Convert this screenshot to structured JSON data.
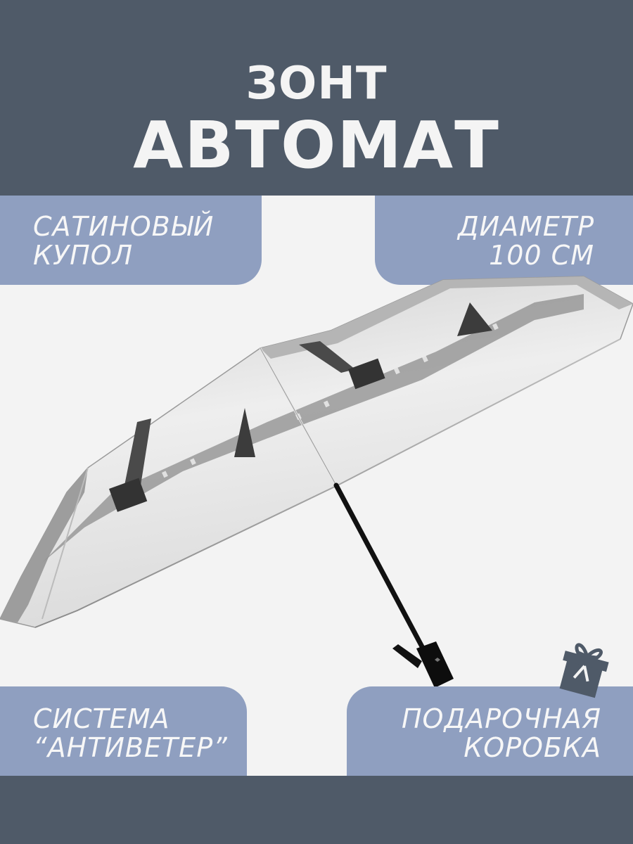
{
  "header": {
    "line1": "ЗОНТ",
    "line2": "АВТОМАТ"
  },
  "features": {
    "top_left": {
      "line1": "САТИНОВЫЙ",
      "line2": "КУПОЛ"
    },
    "top_right": {
      "line1": "ДИАМЕТР",
      "line2": "100 СМ"
    },
    "bottom_left": {
      "line1": "СИСТЕМА",
      "line2": "“АНТИВЕТЕР”"
    },
    "bottom_right": {
      "line1": "ПОДАРОЧНАЯ",
      "line2": "КОРОБКА"
    }
  },
  "product": {
    "name": "umbrella",
    "print": "city-square-monochrome"
  },
  "icons": {
    "gift": "gift-icon"
  },
  "colors": {
    "band": "#4f5a68",
    "badge": "#8f9fc0",
    "background": "#f3f3f3",
    "text_light": "#f4f4f4"
  }
}
